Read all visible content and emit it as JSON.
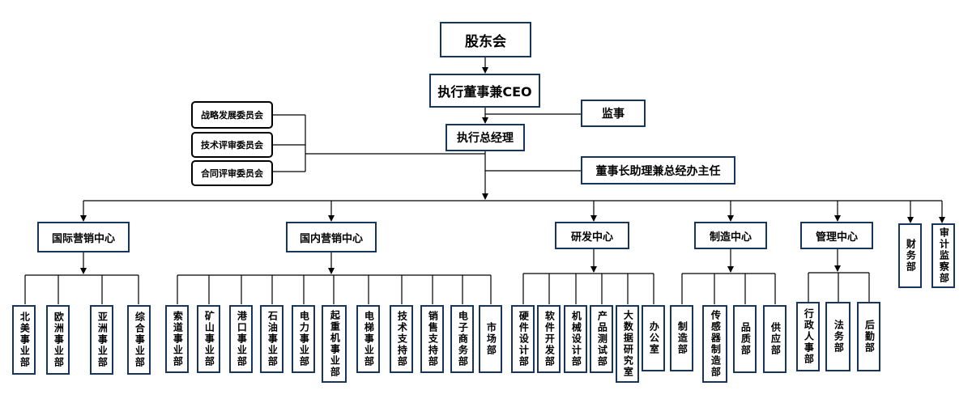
{
  "top": {
    "shareholders": "股东会",
    "ceo": "执行董事兼CEO",
    "supervisor": "监事",
    "gm": "执行总经理",
    "assistant": "董事长助理兼总经办主任"
  },
  "committees": [
    "战略发展委员会",
    "技术评审委员会",
    "合同评审委员会"
  ],
  "centers": {
    "intl": {
      "name": "国际营销中心",
      "depts": [
        "北美事业部",
        "欧洲事业部",
        "亚洲事业部",
        "综合事业部"
      ]
    },
    "domestic": {
      "name": "国内营销中心",
      "depts": [
        "索道事业部",
        "矿山事业部",
        "港口事业部",
        "石油事业部",
        "电力事业部",
        "起重机事业部",
        "电梯事业部",
        "技术支持部",
        "销售支持部",
        "电子商务部",
        "市场部"
      ]
    },
    "rd": {
      "name": "研发中心",
      "depts": [
        "硬件设计部",
        "软件开发部",
        "机械设计部",
        "产品测试部",
        "大数据研究室",
        "办公室"
      ]
    },
    "mfg": {
      "name": "制造中心",
      "depts": [
        "制造部",
        "传感器制造部",
        "品质部",
        "供应部"
      ]
    },
    "mgmt": {
      "name": "管理中心",
      "depts": [
        "行政人事部",
        "法务部",
        "后勤部"
      ]
    }
  },
  "standalone": [
    "财务部",
    "审计监察部"
  ]
}
